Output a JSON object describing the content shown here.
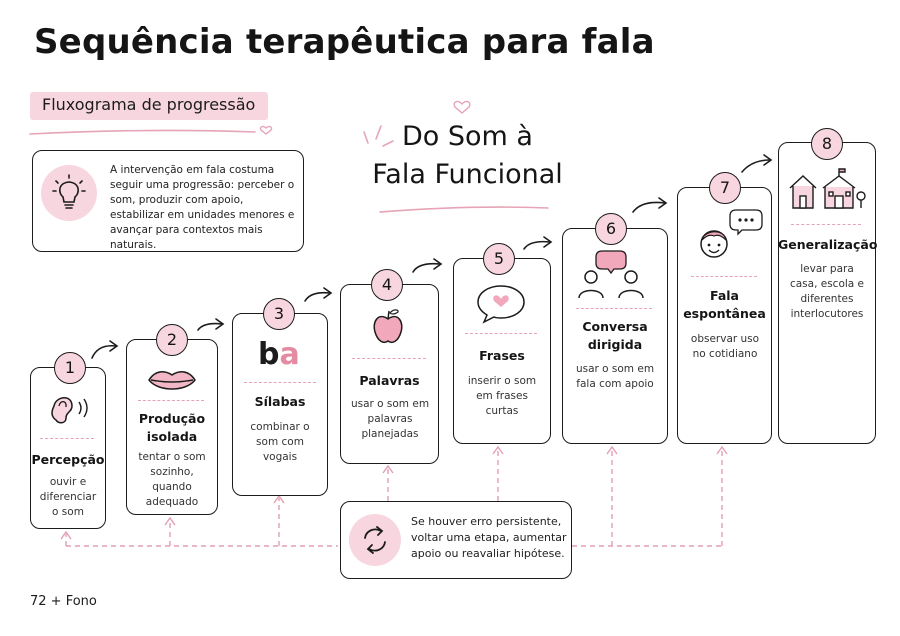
{
  "title": "Sequência terapêutica para fala",
  "subtitle": "Fluxograma de progressão",
  "heading_line1": "Do Som à",
  "heading_line2": "Fala Funcional",
  "intro": "A intervenção em fala costuma seguir uma progressão: perceber o som, produzir com apoio, estabilizar em unidades menores e avançar para contextos mais naturais.",
  "steps": [
    {
      "number": "1",
      "title_1": "Percepção",
      "title_2": "",
      "desc": "ouvir e diferenciar o som",
      "icon": "ear-icon"
    },
    {
      "number": "2",
      "title_1": "Produção",
      "title_2": "isolada",
      "desc": "tentar o som sozinho, quando adequado",
      "icon": "lips-icon"
    },
    {
      "number": "3",
      "title_1": "Sílabas",
      "title_2": "",
      "desc": "combinar o som com vogais",
      "icon": "syllable-icon",
      "syllable_b": "b",
      "syllable_a": "a"
    },
    {
      "number": "4",
      "title_1": "Palavras",
      "title_2": "",
      "desc": "usar o som em palavras planejadas",
      "icon": "apple-icon"
    },
    {
      "number": "5",
      "title_1": "Frases",
      "title_2": "",
      "desc": "inserir o som em frases curtas",
      "icon": "heart-speech-bubble-icon"
    },
    {
      "number": "6",
      "title_1": "Conversa",
      "title_2": "dirigida",
      "desc": "usar o som em fala com apoio",
      "icon": "people-conversation-icon"
    },
    {
      "number": "7",
      "title_1": "Fala",
      "title_2": "espontânea",
      "desc": "observar uso no cotidiano",
      "icon": "child-talking-icon"
    },
    {
      "number": "8",
      "title_1": "Generalização",
      "title_2": "",
      "desc": "levar para casa, escola e diferentes interlocutores",
      "icon": "home-school-icon"
    }
  ],
  "loop": "Se houver erro persistente, voltar uma etapa, aumentar apoio ou reavaliar hipótese.",
  "footer": "72 + Fono",
  "colors": {
    "accent_pink": "#f7d6df",
    "dashed_pink": "#e5a3b5",
    "ink": "#1c1c1c"
  }
}
